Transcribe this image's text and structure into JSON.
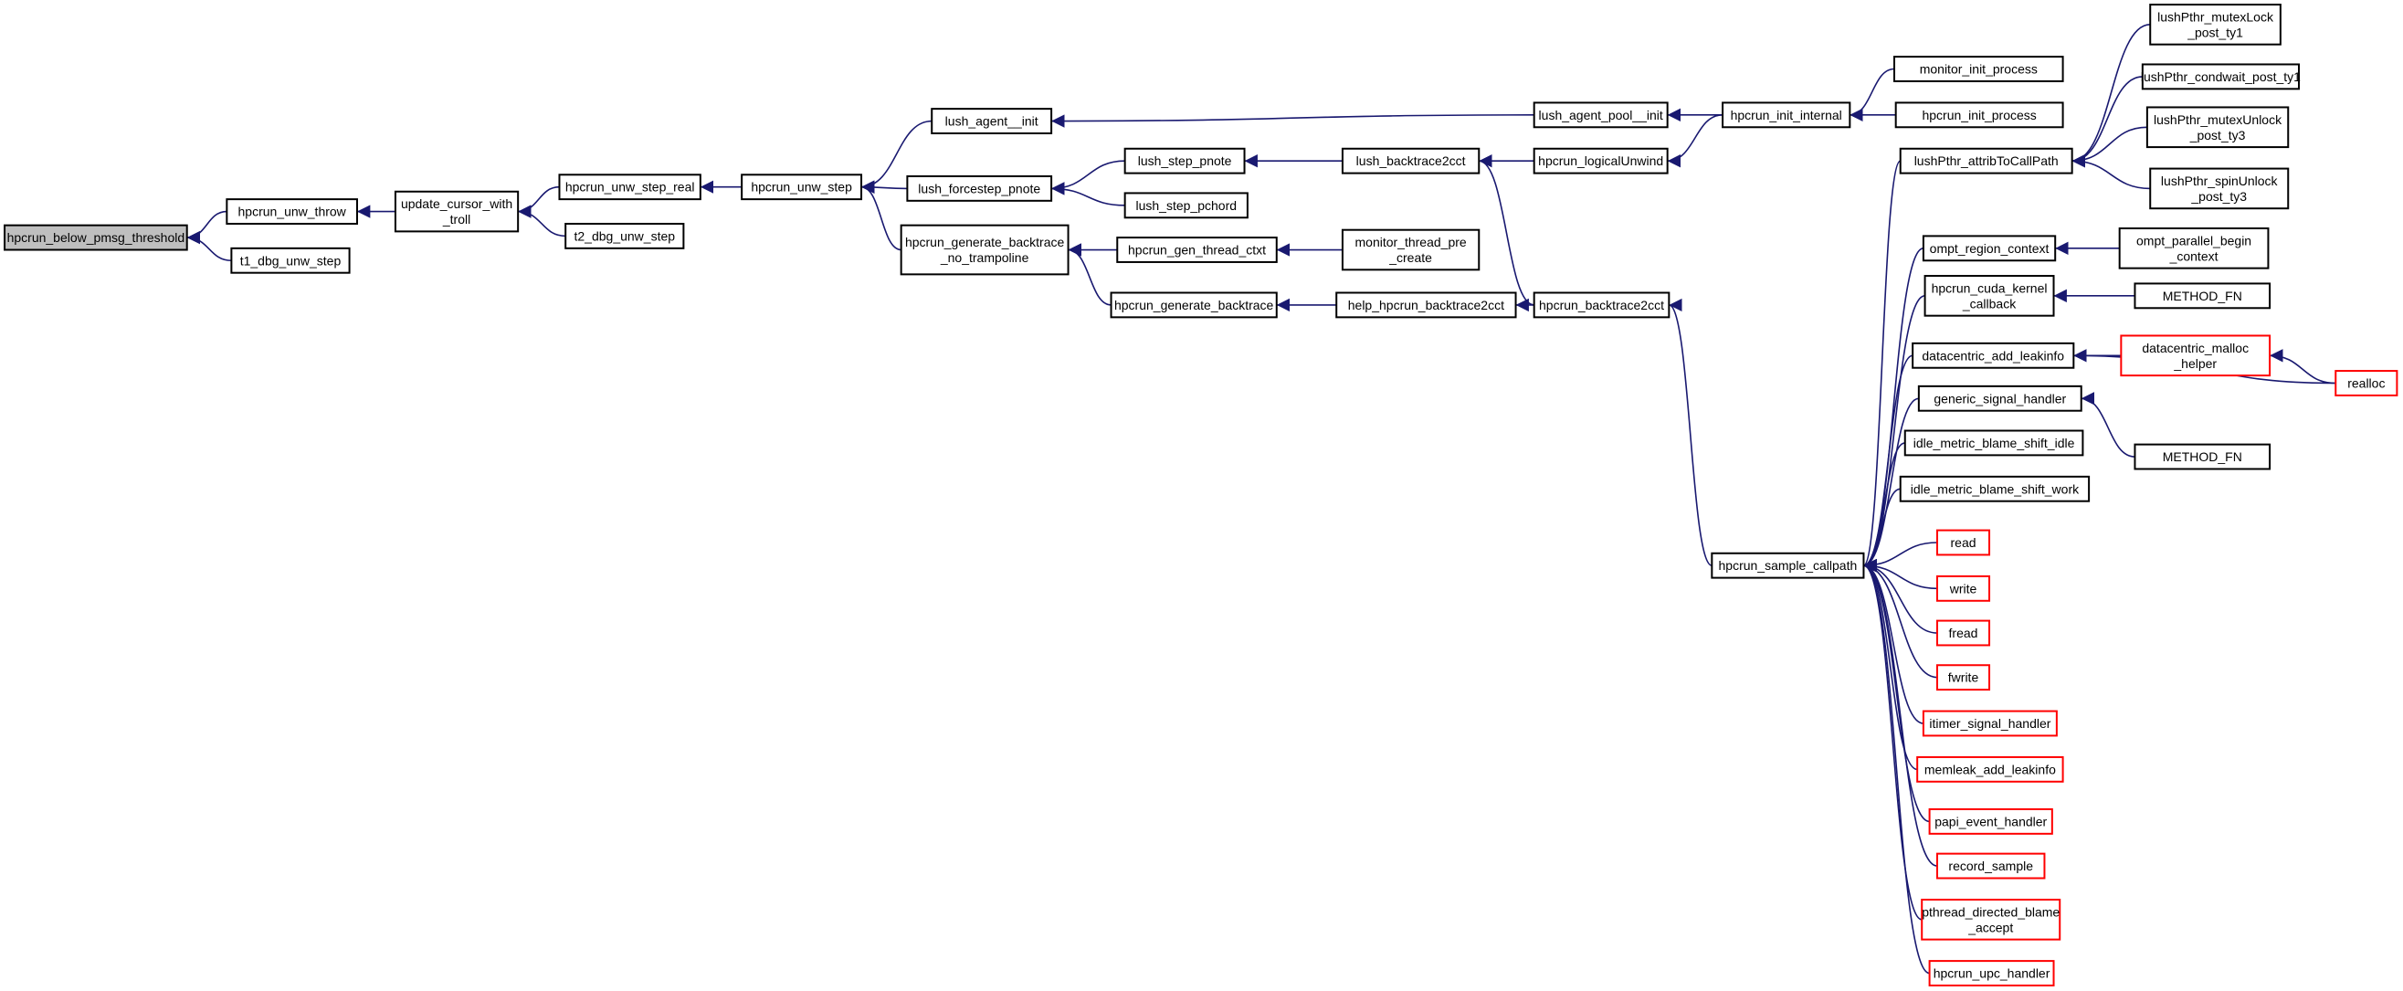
{
  "graph": {
    "colors": {
      "edge": "#191970",
      "node_border": "#000000",
      "missing_border": "#ff0000",
      "root_fill": "#bfbfbf",
      "node_fill": "#ffffff"
    },
    "nodes": [
      {
        "id": "below",
        "lines": [
          "hpcrun_below_pmsg_threshold"
        ],
        "root": true
      },
      {
        "id": "unw_throw",
        "lines": [
          "hpcrun_unw_throw"
        ]
      },
      {
        "id": "t1",
        "lines": [
          "t1_dbg_unw_step"
        ]
      },
      {
        "id": "upd",
        "lines": [
          "update_cursor_with",
          "_troll"
        ]
      },
      {
        "id": "step_real",
        "lines": [
          "hpcrun_unw_step_real"
        ]
      },
      {
        "id": "t2",
        "lines": [
          "t2_dbg_unw_step"
        ]
      },
      {
        "id": "unw_step",
        "lines": [
          "hpcrun_unw_step"
        ]
      },
      {
        "id": "lai",
        "lines": [
          "lush_agent__init"
        ]
      },
      {
        "id": "lfp",
        "lines": [
          "lush_forcestep_pnote"
        ]
      },
      {
        "id": "gbnt",
        "lines": [
          "hpcrun_generate_backtrace",
          "_no_trampoline"
        ]
      },
      {
        "id": "lsp",
        "lines": [
          "lush_step_pnote"
        ]
      },
      {
        "id": "lspc",
        "lines": [
          "lush_step_pchord"
        ]
      },
      {
        "id": "gtc",
        "lines": [
          "hpcrun_gen_thread_ctxt"
        ]
      },
      {
        "id": "gb",
        "lines": [
          "hpcrun_generate_backtrace"
        ]
      },
      {
        "id": "lb2c",
        "lines": [
          "lush_backtrace2cct"
        ]
      },
      {
        "id": "mtpc",
        "lines": [
          "monitor_thread_pre",
          "_create"
        ]
      },
      {
        "id": "help",
        "lines": [
          "help_hpcrun_backtrace2cct"
        ]
      },
      {
        "id": "lapi",
        "lines": [
          "lush_agent_pool__init"
        ]
      },
      {
        "id": "lu",
        "lines": [
          "hpcrun_logicalUnwind"
        ]
      },
      {
        "id": "hb2c",
        "lines": [
          "hpcrun_backtrace2cct"
        ]
      },
      {
        "id": "hii",
        "lines": [
          "hpcrun_init_internal"
        ]
      },
      {
        "id": "mip",
        "lines": [
          "monitor_init_process"
        ]
      },
      {
        "id": "hip",
        "lines": [
          "hpcrun_init_process"
        ]
      },
      {
        "id": "attr",
        "lines": [
          "lushPthr_attribToCallPath"
        ]
      },
      {
        "id": "ml",
        "lines": [
          "lushPthr_mutexLock",
          "_post_ty1"
        ]
      },
      {
        "id": "cw",
        "lines": [
          "lushPthr_condwait_post_ty1"
        ]
      },
      {
        "id": "mu",
        "lines": [
          "lushPthr_mutexUnlock",
          "_post_ty3"
        ]
      },
      {
        "id": "su",
        "lines": [
          "lushPthr_spinUnlock",
          "_post_ty3"
        ]
      },
      {
        "id": "orc",
        "lines": [
          "ompt_region_context"
        ]
      },
      {
        "id": "opbc",
        "lines": [
          "ompt_parallel_begin",
          "_context"
        ]
      },
      {
        "id": "cuda",
        "lines": [
          "hpcrun_cuda_kernel",
          "_callback"
        ]
      },
      {
        "id": "mfn1",
        "lines": [
          "METHOD_FN"
        ]
      },
      {
        "id": "dal",
        "lines": [
          "datacentric_add_leakinfo"
        ]
      },
      {
        "id": "dmh",
        "lines": [
          "datacentric_malloc",
          "_helper"
        ],
        "missing": true
      },
      {
        "id": "realloc",
        "lines": [
          "realloc"
        ],
        "missing": true
      },
      {
        "id": "gsh",
        "lines": [
          "generic_signal_handler"
        ]
      },
      {
        "id": "mfn2",
        "lines": [
          "METHOD_FN"
        ]
      },
      {
        "id": "imi",
        "lines": [
          "idle_metric_blame_shift_idle"
        ]
      },
      {
        "id": "imw",
        "lines": [
          "idle_metric_blame_shift_work"
        ]
      },
      {
        "id": "hsc",
        "lines": [
          "hpcrun_sample_callpath"
        ]
      },
      {
        "id": "read",
        "lines": [
          "read"
        ],
        "missing": true
      },
      {
        "id": "write",
        "lines": [
          "write"
        ],
        "missing": true
      },
      {
        "id": "fread",
        "lines": [
          "fread"
        ],
        "missing": true
      },
      {
        "id": "fwrite",
        "lines": [
          "fwrite"
        ],
        "missing": true
      },
      {
        "id": "itimer",
        "lines": [
          "itimer_signal_handler"
        ],
        "missing": true
      },
      {
        "id": "memleak",
        "lines": [
          "memleak_add_leakinfo"
        ],
        "missing": true
      },
      {
        "id": "papi",
        "lines": [
          "papi_event_handler"
        ],
        "missing": true
      },
      {
        "id": "rec",
        "lines": [
          "record_sample"
        ],
        "missing": true
      },
      {
        "id": "pdba",
        "lines": [
          "pthread_directed_blame",
          "_accept"
        ],
        "missing": true
      },
      {
        "id": "upc",
        "lines": [
          "hpcrun_upc_handler"
        ],
        "missing": true
      }
    ],
    "edges": [
      [
        "unw_throw",
        "below"
      ],
      [
        "t1",
        "below"
      ],
      [
        "upd",
        "unw_throw"
      ],
      [
        "step_real",
        "upd"
      ],
      [
        "t2",
        "upd"
      ],
      [
        "unw_step",
        "step_real"
      ],
      [
        "lai",
        "unw_step"
      ],
      [
        "lfp",
        "unw_step"
      ],
      [
        "gbnt",
        "unw_step"
      ],
      [
        "lapi",
        "lai"
      ],
      [
        "hii",
        "lapi"
      ],
      [
        "mip",
        "hii"
      ],
      [
        "hip",
        "hii"
      ],
      [
        "lsp",
        "lfp"
      ],
      [
        "lspc",
        "lfp"
      ],
      [
        "lb2c",
        "lsp"
      ],
      [
        "lu",
        "lb2c"
      ],
      [
        "hb2c",
        "lb2c"
      ],
      [
        "hii",
        "lu"
      ],
      [
        "gtc",
        "gbnt"
      ],
      [
        "gb",
        "gbnt"
      ],
      [
        "mtpc",
        "gtc"
      ],
      [
        "help",
        "gb"
      ],
      [
        "hb2c",
        "help"
      ],
      [
        "hsc",
        "hb2c"
      ],
      [
        "attr",
        "hsc"
      ],
      [
        "orc",
        "hsc"
      ],
      [
        "cuda",
        "hsc"
      ],
      [
        "dal",
        "hsc"
      ],
      [
        "gsh",
        "hsc"
      ],
      [
        "imi",
        "hsc"
      ],
      [
        "imw",
        "hsc"
      ],
      [
        "read",
        "hsc"
      ],
      [
        "write",
        "hsc"
      ],
      [
        "fread",
        "hsc"
      ],
      [
        "fwrite",
        "hsc"
      ],
      [
        "itimer",
        "hsc"
      ],
      [
        "memleak",
        "hsc"
      ],
      [
        "papi",
        "hsc"
      ],
      [
        "rec",
        "hsc"
      ],
      [
        "pdba",
        "hsc"
      ],
      [
        "upc",
        "hsc"
      ],
      [
        "ml",
        "attr"
      ],
      [
        "cw",
        "attr"
      ],
      [
        "mu",
        "attr"
      ],
      [
        "su",
        "attr"
      ],
      [
        "opbc",
        "orc"
      ],
      [
        "mfn1",
        "cuda"
      ],
      [
        "dmh",
        "dal"
      ],
      [
        "realloc",
        "dal"
      ],
      [
        "realloc",
        "dmh"
      ],
      [
        "mfn2",
        "gsh"
      ]
    ]
  }
}
